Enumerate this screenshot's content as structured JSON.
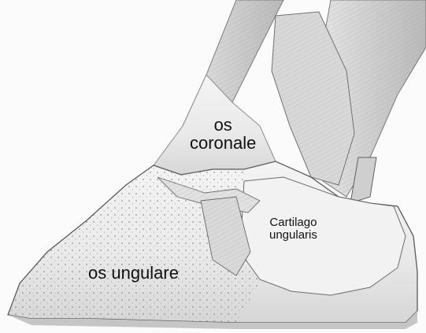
{
  "labels": {
    "os_coronale": {
      "line1": "os",
      "line2": "coronale"
    },
    "cartilago": {
      "line1": "Cartilago",
      "line2": "ungularis"
    },
    "os_ungulare": "os ungulare"
  }
}
